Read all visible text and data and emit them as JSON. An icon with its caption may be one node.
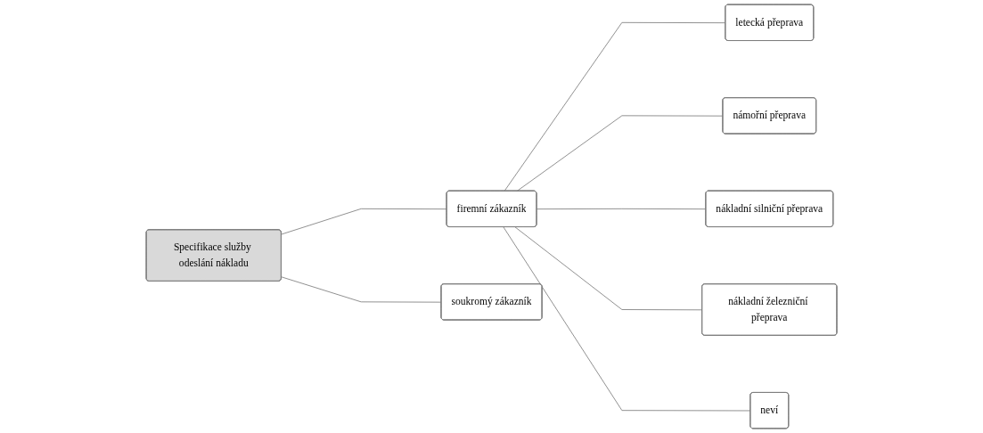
{
  "diagram": {
    "nodes": [
      {
        "text": [
          "Specifikace služby odeslání nákladu"
        ]
      },
      {
        "text": [
          "firemní zákazník"
        ]
      },
      {
        "text": [
          "letecká přeprava"
        ]
      },
      {
        "text": [
          "námořní přeprava"
        ]
      },
      {
        "text": [
          "nákladní silniční přeprava"
        ]
      },
      {
        "text": [
          "nákladní železniční přeprava"
        ]
      },
      {
        "text": [
          "neví"
        ]
      },
      {
        "text": [
          "soukromý zákazník"
        ]
      }
    ],
    "edges": [
      {
        "from": 0,
        "to": 1,
        "arrow": "none"
      },
      {
        "from": 1,
        "to": 2,
        "arrow": "none"
      },
      {
        "from": 1,
        "to": 3,
        "arrow": "none"
      },
      {
        "from": 1,
        "to": 4,
        "arrow": "none"
      },
      {
        "from": 1,
        "to": 5,
        "arrow": "none"
      },
      {
        "from": 1,
        "to": 6,
        "arrow": "none"
      },
      {
        "from": 0,
        "to": 7,
        "arrow": "none"
      }
    ]
  }
}
